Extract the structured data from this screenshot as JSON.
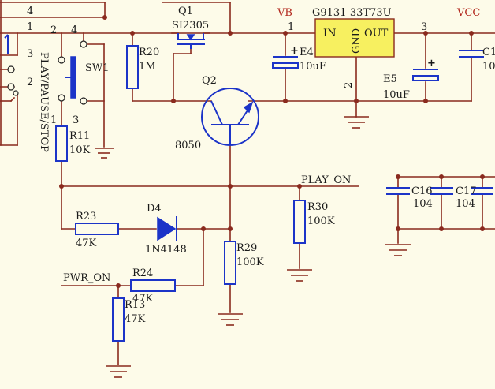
{
  "labels": {
    "q1": "Q1",
    "q1_part": "SI2305",
    "vb": "VB",
    "u1_part": "G9131-33T73U",
    "vcc": "VCC",
    "ic_in": "IN",
    "ic_gnd": "GND",
    "ic_out": "OUT",
    "pin1_top": "1",
    "pin3_top": "3",
    "pin2_bottom": "2",
    "e4": "E4",
    "e4_val": "10uF",
    "c1": "C1",
    "c1_val": "10",
    "e5": "E5",
    "e5_val": "10uF",
    "r20": "R20",
    "r20_val": "1M",
    "q2": "Q2",
    "q2_part": "8050",
    "sw1": "SW1",
    "sw_pin2": "2",
    "sw_pin4": "4",
    "sw_pin1": "1",
    "sw_pin3": "3",
    "conn_4": "4",
    "conn_1": "1",
    "conn_3": "3",
    "conn_2": "2",
    "play_pause": "PLAY/PAUSE/STOP",
    "r11": "R11",
    "r11_val": "10K",
    "play_on": "PLAY_ON",
    "c16": "C16",
    "c16_val": "104",
    "c17": "C17",
    "c17_val": "104",
    "d4": "D4",
    "d4_part": "1N4148",
    "r23": "R23",
    "r23_val": "47K",
    "r30": "R30",
    "r30_val": "100K",
    "r29": "R29",
    "r29_val": "100K",
    "pwr_on": "PWR_ON",
    "r24": "R24",
    "r24_val": "47K",
    "r13": "R13",
    "r13_val": "47K"
  },
  "colors": {
    "wire": "#8a2a1e",
    "component": "#1c34c8",
    "background": "#fdfbe9",
    "ic_body": "#f7f060"
  }
}
